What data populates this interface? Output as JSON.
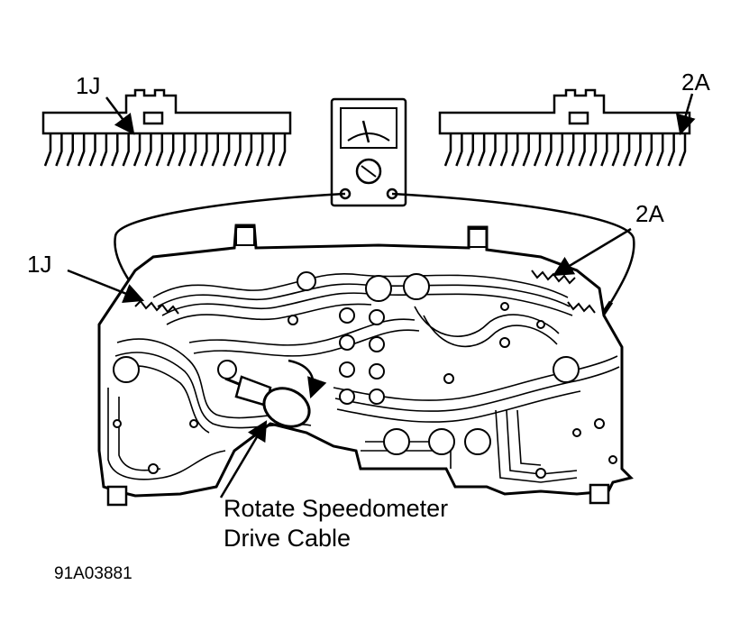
{
  "labels": {
    "top_left_connector": "1J",
    "top_right_connector": "2A",
    "board_left_connector": "1J",
    "board_right_connector": "2A",
    "callout_line1": "Rotate Speedometer",
    "callout_line2": "Drive Cable",
    "figure_id": "91A03881"
  },
  "colors": {
    "ink": "#000000",
    "paper": "#ffffff"
  }
}
